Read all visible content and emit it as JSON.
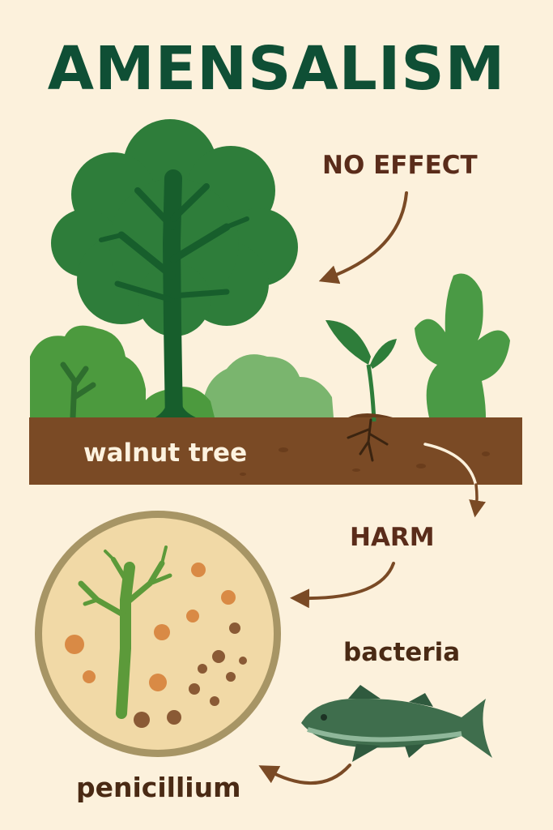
{
  "title": "AMENSALISM",
  "labels": {
    "no_effect": "NO EFFECT",
    "harm": "HARM",
    "walnut_tree": "walnut tree",
    "bacteria": "bacteria",
    "penicillium": "penicillium"
  },
  "colors": {
    "background": "#fcf1dc",
    "title": "#0f4f35",
    "soil": "#7a4a25",
    "tree_canopy": "#2e7d3a",
    "tree_trunk": "#175e2c",
    "arrow": "#7a4a25",
    "label_text": "#5a2c1a",
    "petri_fill": "#f1d9a6",
    "petri_rim": "#a79565",
    "fish": "#3f6e4d"
  }
}
